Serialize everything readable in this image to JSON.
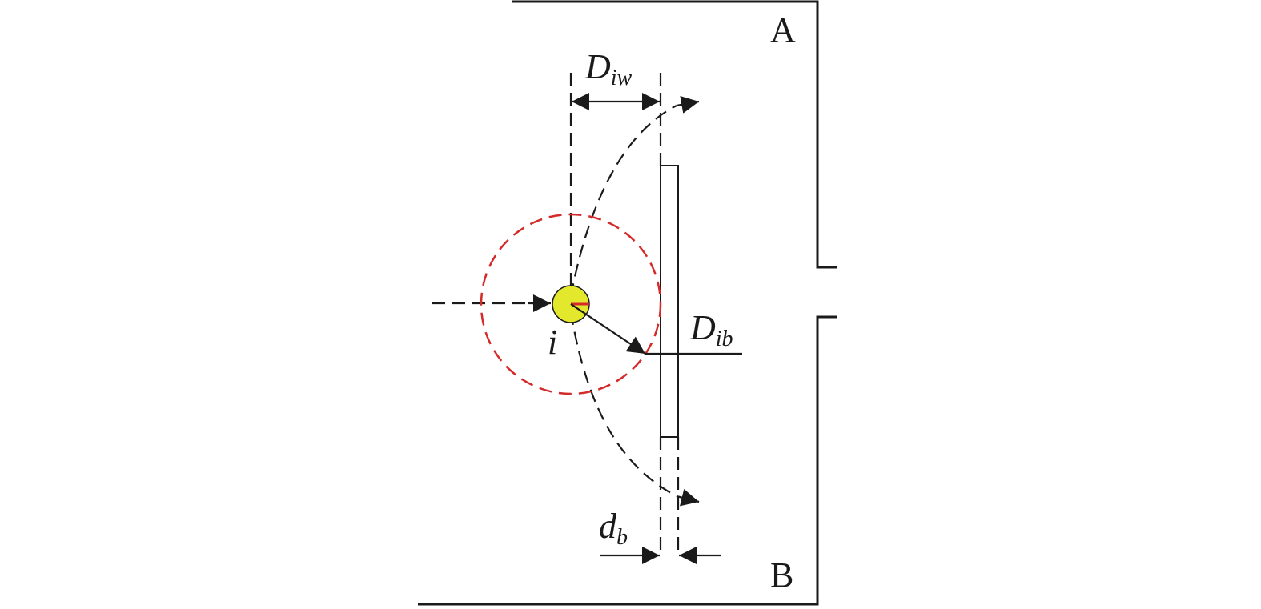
{
  "labels": {
    "region_a": "A",
    "region_b": "B",
    "agent": "i",
    "dist_wall_main": "D",
    "dist_wall_sub": "iw",
    "dist_barrier_main": "D",
    "dist_barrier_sub": "ib",
    "barrier_width_main": "d",
    "barrier_width_sub": "b"
  },
  "colors": {
    "line": "#1a1a1a",
    "agent_fill": "#e3e82c",
    "influence_circle": "#d42a2a",
    "agent_mark": "#d42a2a"
  }
}
